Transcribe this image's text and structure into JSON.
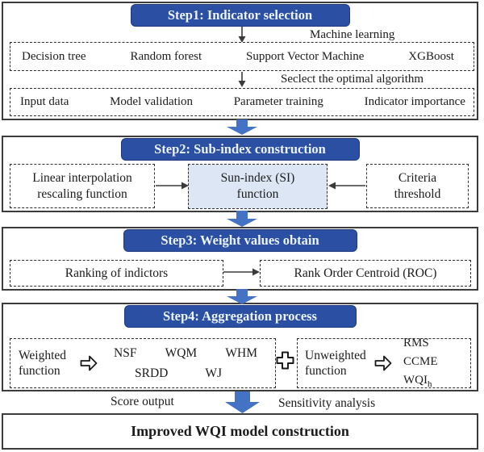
{
  "figure": {
    "palette": {
      "header_bg": "#2a4fa3",
      "header_text": "#eef4fe",
      "arrow_blue": "#4472c4",
      "highlight_bg": "#dce6f5",
      "border_dark": "#3c3c3c",
      "dash_color": "#2d2d2d",
      "text_color": "#1b1b1b"
    },
    "icons": {
      "thin_down_arrow": "↓",
      "thin_right_arrow": "→",
      "thin_left_arrow": "←",
      "block_down_arrow": "⬇",
      "hollow_right_arrow": "⇨",
      "plus": "✚"
    },
    "step1": {
      "title": "Step1: Indicator selection",
      "ml_label": "Machine learning",
      "algorithms": [
        "Decision tree",
        "Random forest",
        "Support Vector Machine",
        "XGBoost"
      ],
      "select_label": "Seclect the optimal algorithm",
      "tasks": [
        "Input data",
        "Model validation",
        "Parameter training",
        "Indicator importance"
      ]
    },
    "step2": {
      "title": "Step2: Sub-index construction",
      "left_line1": "Linear interpolation",
      "left_line2": "rescaling function",
      "center_line1": "Sun-index (SI)",
      "center_line2": "function",
      "right_line1": "Criteria",
      "right_line2": "threshold"
    },
    "step3": {
      "title": "Step3: Weight values obtain",
      "left_box": "Ranking of indictors",
      "right_box": "Rank Order Centroid (ROC)"
    },
    "step4": {
      "title": "Step4: Aggregation process",
      "weighted_line1": "Weighted",
      "weighted_line2": "function",
      "w_methods_row1": [
        "NSF",
        "WQM",
        "WHM"
      ],
      "w_methods_row2": [
        "SRDD",
        "WJ"
      ],
      "unweighted_line1": "Unweighted",
      "unweighted_line2": "function",
      "uw_methods": [
        {
          "text": "RMS",
          "sub": ""
        },
        {
          "text": "CCME",
          "sub": ""
        },
        {
          "text": "WQI",
          "sub": "h"
        }
      ],
      "score_label": "Score output",
      "sensitivity_label": "Sensitivity analysis"
    },
    "footer_title": "Improved WQI model construction"
  }
}
